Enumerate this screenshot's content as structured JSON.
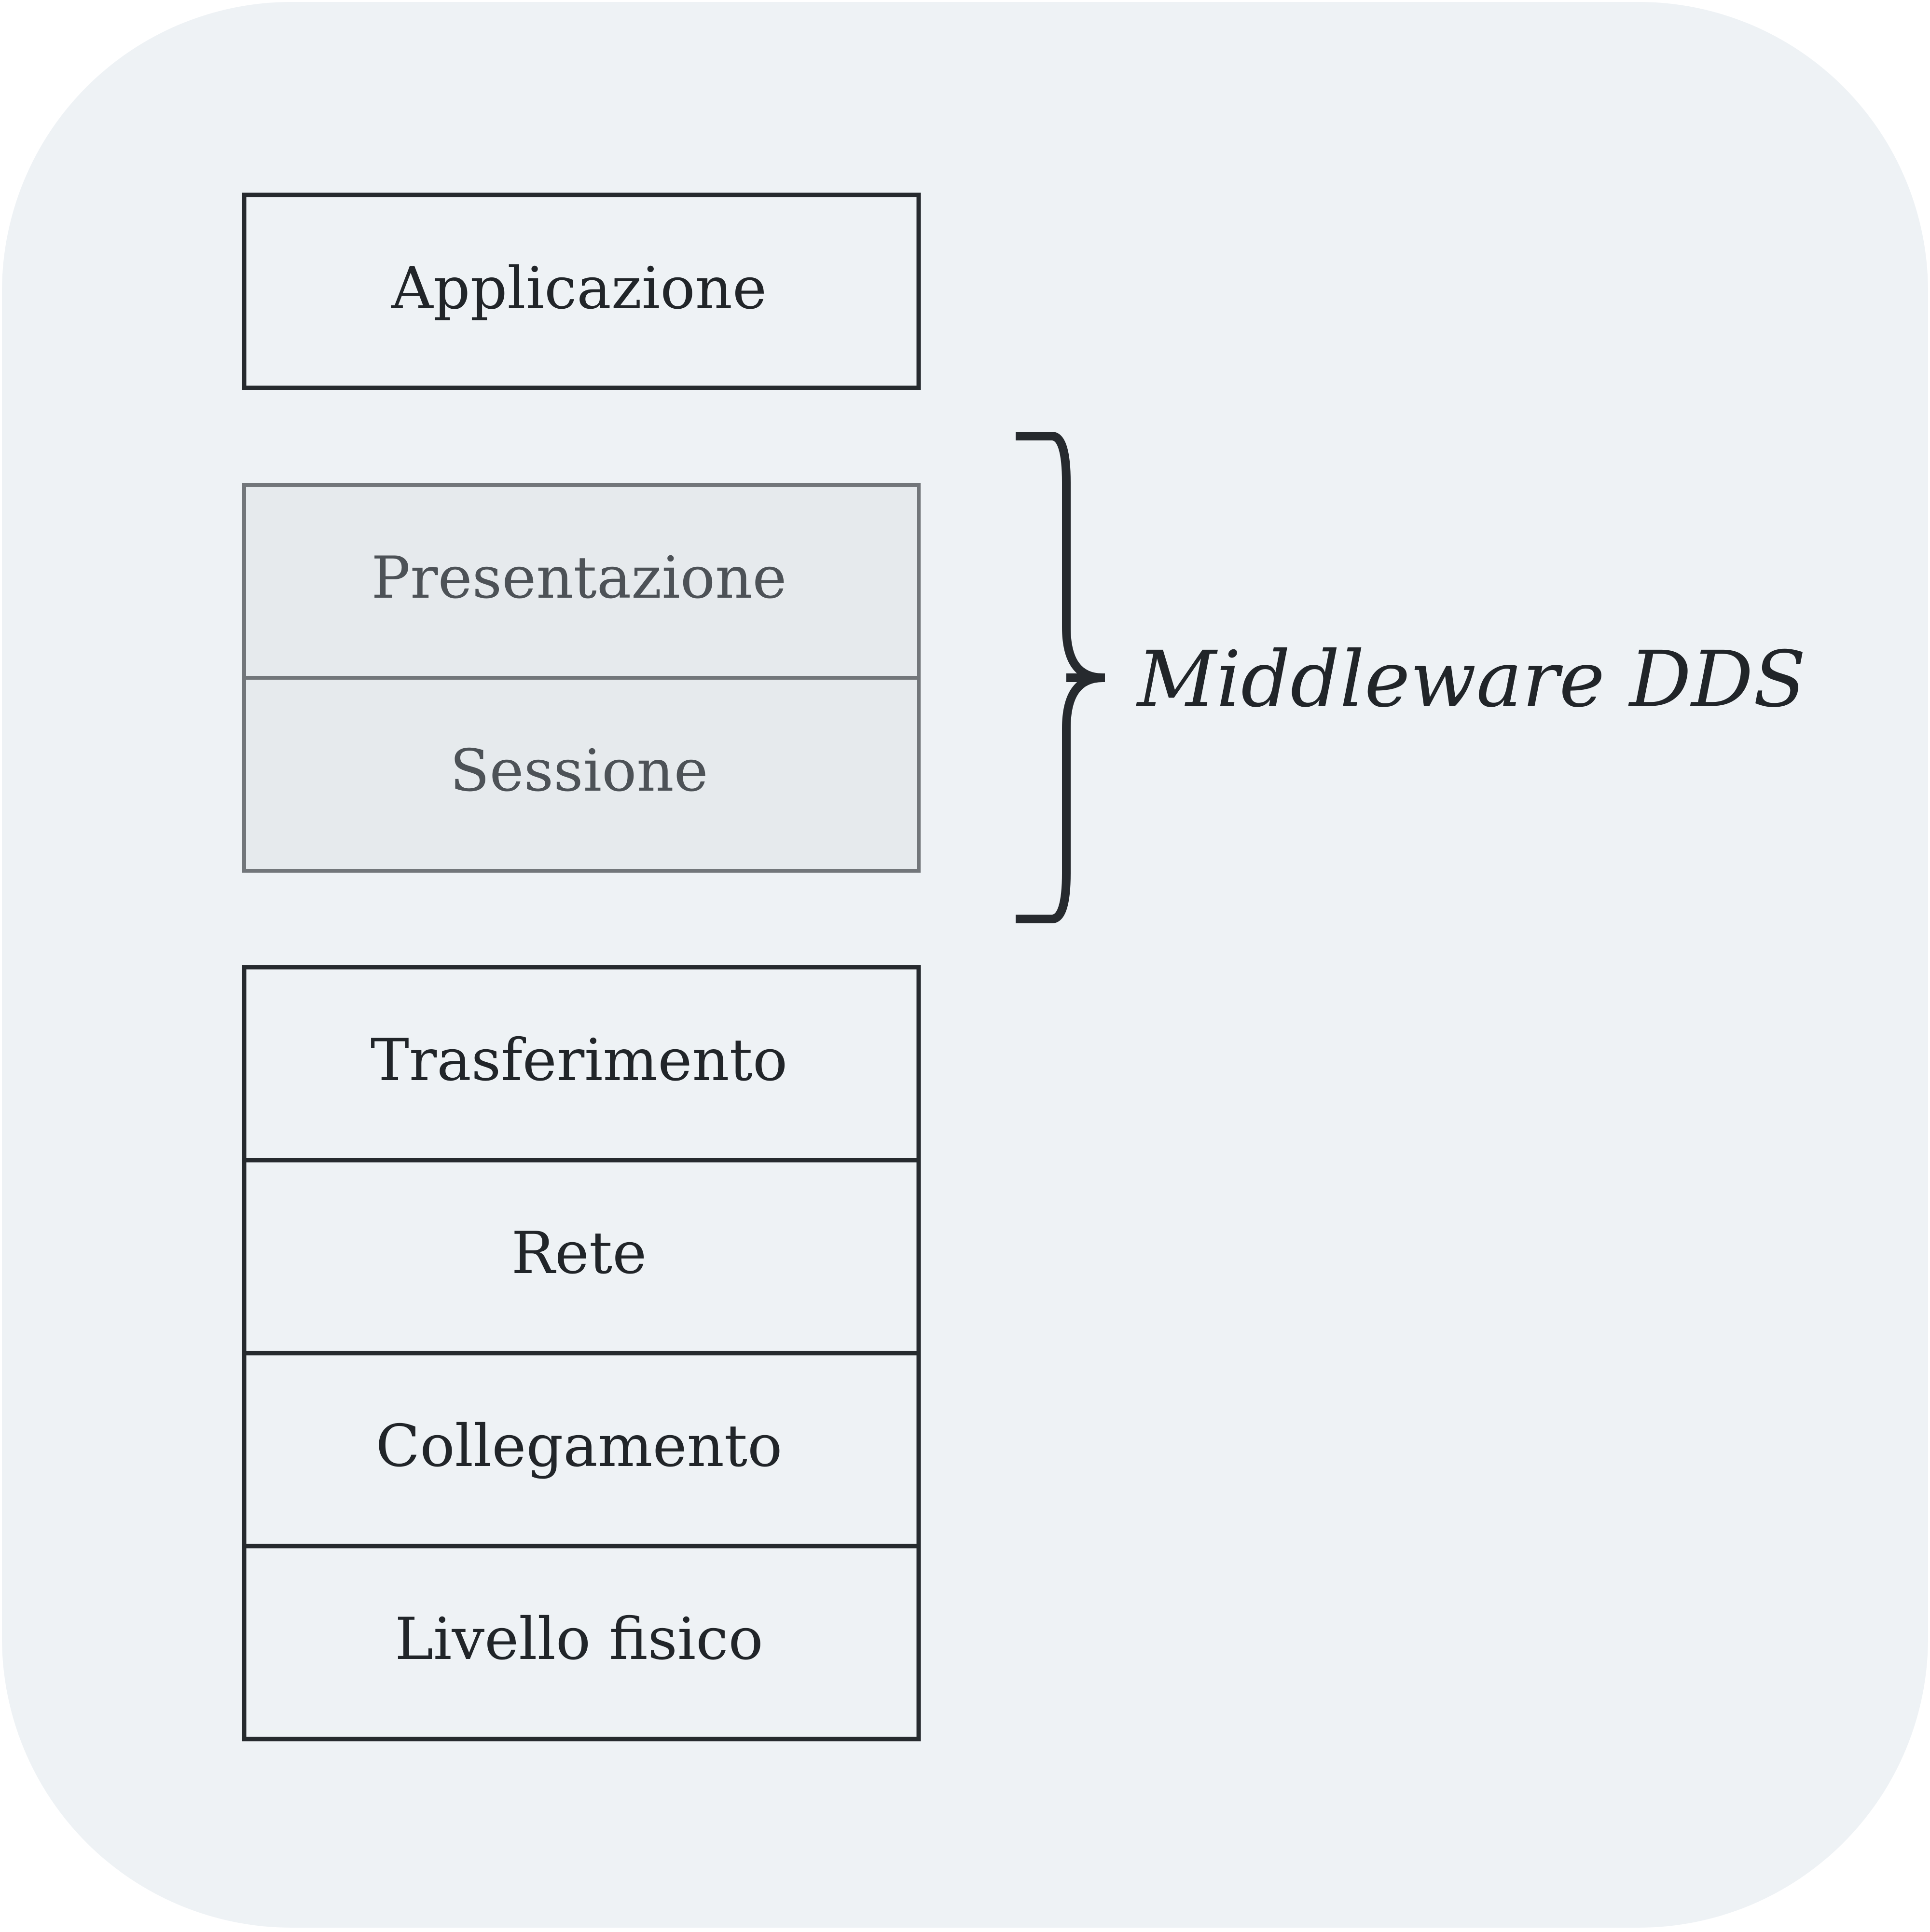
{
  "diagram": {
    "layers": {
      "application": "Applicazione",
      "presentation": "Presentazione",
      "session": "Sessione",
      "transport": "Trasferimento",
      "network": "Rete",
      "data_link": "Collegamento",
      "physical": "Livello fisico"
    },
    "bracket_label": "Middleware DDS"
  },
  "colors": {
    "background": "#eef2f5",
    "box_stroke": "#262a2e",
    "middleware_fill": "#e6eaed",
    "middleware_stroke": "#72767a",
    "middleware_text": "#4d5257",
    "text": "#212529"
  }
}
